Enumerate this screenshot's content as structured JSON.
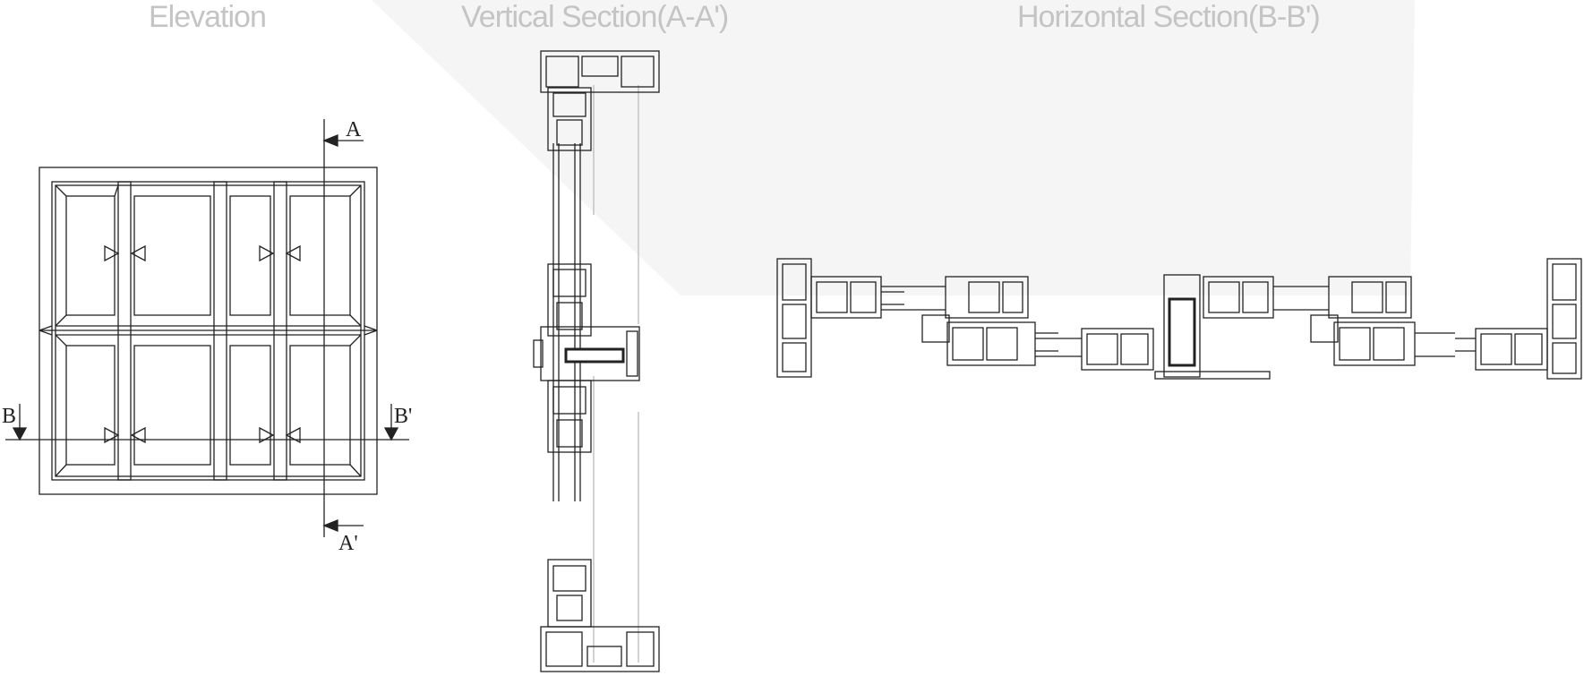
{
  "titles": {
    "elevation": "Elevation",
    "vertical_section": "Vertical Section(A-A')",
    "horizontal_section": "Horizontal Section(B-B')"
  },
  "section_markers": {
    "a_top": "A",
    "a_bottom": "A'",
    "b_left": "B",
    "b_right": "B'"
  },
  "colors": {
    "title": "#c4c4c4",
    "line": "#222222",
    "fan_shade": "#f3f3f3"
  }
}
